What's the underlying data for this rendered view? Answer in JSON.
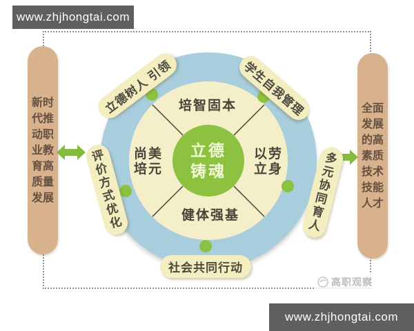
{
  "watermark": {
    "text": "www.zhjhongtai.com"
  },
  "goals": {
    "left": "新时代推动职业教育高质量发展",
    "right": "全面发展的高素质技术技能人才"
  },
  "center": {
    "lines": [
      "立德",
      "铸魂"
    ]
  },
  "quadrants": {
    "top": "培智固本",
    "bottom": "健体强基",
    "left": [
      "尚美",
      "培元"
    ],
    "right": [
      "以劳",
      "立身"
    ]
  },
  "pills": {
    "top_left": "立德树人 引领",
    "top_right": "学生自我管理",
    "left": "评价方式优化",
    "right": "多元协同育人",
    "bottom": "社会共同行动"
  },
  "logo": {
    "text": "高职观察"
  },
  "colors": {
    "green": "#8cc23f",
    "ring_blue": "#a8cddd",
    "inner_cream": "#f4efc9",
    "pill_cream": "#f3edc0",
    "bar_tan": "#d8b28c",
    "watermark_gray": "#5f5f5f"
  }
}
